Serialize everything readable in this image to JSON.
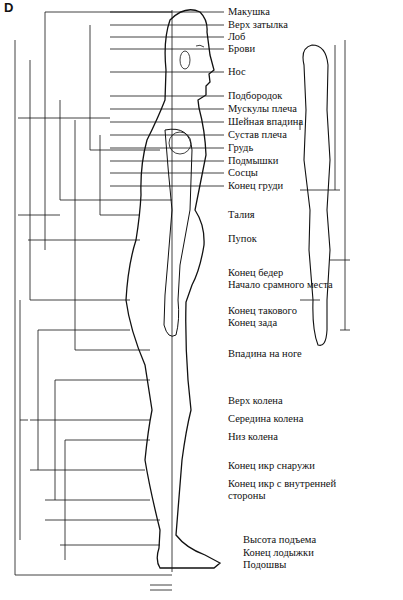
{
  "diagram": {
    "labels": [
      "D",
      "Макушка",
      "Верх затылка",
      "Лоб",
      "Брови",
      "Нос",
      "Подбородок",
      "Мускулы плеча",
      "Шейная впадина",
      "Сустав плеча",
      "Грудь",
      "Подмышки",
      "Сосцы",
      "Конец груди",
      "Талия",
      "Пупок",
      "Конец бедер",
      "Начало срамного места",
      "Конец такового",
      "Конец зада",
      "Впадина на ноге",
      "Верх колена",
      "Середина колена",
      "Низ колена",
      "Конец икр снаружи",
      "Конец икр с внутренней стороны",
      "Высота подъема",
      "Конец лодыжки",
      "Подошвы"
    ]
  }
}
